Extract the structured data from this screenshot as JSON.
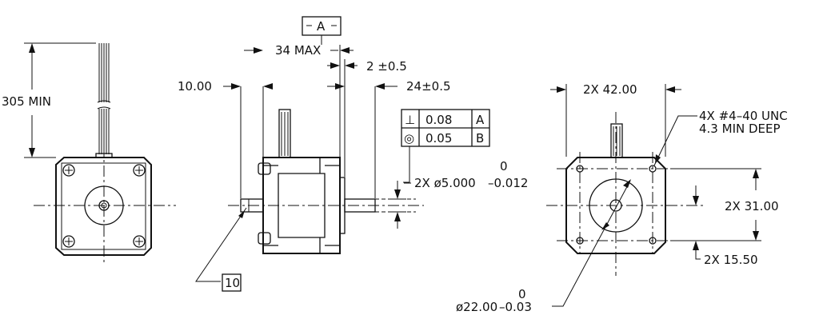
{
  "dimensions": {
    "lead_length": "305 MIN",
    "body_length": "34 MAX",
    "datum": "A",
    "flange_offset": "2  ±0.5",
    "shaft_length": "24±0.5",
    "shaft_flat": "10.00",
    "shaft_dia_label": "2X ø5.000",
    "shaft_dia_upper": "0",
    "shaft_dia_lower": "–0.012",
    "frame_width": "2X  42.00",
    "mount_holes_line1": "4X  #4–40  UNC",
    "mount_holes_line2": "4.3  MIN  DEEP",
    "hole_spacing": "2X  31.00",
    "hole_half_spacing": "2X  15.50",
    "pilot_dia_label": "ø22.00",
    "pilot_dia_upper": "0",
    "pilot_dia_lower": "–0.03",
    "callout_note": "10"
  },
  "tolerance_frame": {
    "rows": [
      {
        "symbol": "⊥",
        "value": "0.08",
        "datum": "A"
      },
      {
        "symbol": "◎",
        "value": "0.05",
        "datum": "B"
      }
    ]
  }
}
